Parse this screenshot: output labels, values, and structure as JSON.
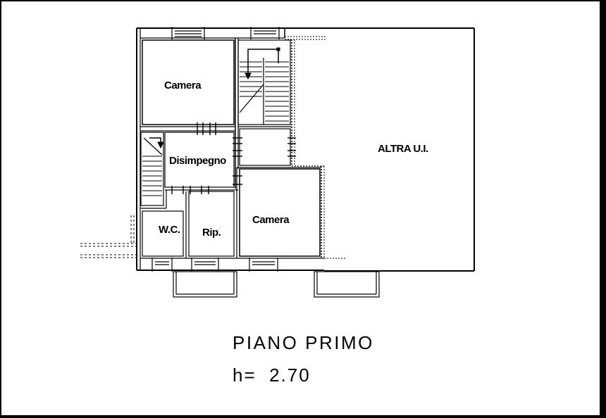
{
  "plan": {
    "rooms": {
      "camera_top": "Camera",
      "disimpegno": "Disimpegno",
      "altra_ui": "ALTRA U.I.",
      "wc": "W.C.",
      "rip": "Rip.",
      "camera_bottom": "Camera"
    },
    "title": "PIANO PRIMO",
    "height_text": "h=  2.70"
  },
  "colors": {
    "line": "#000000",
    "background": "#ffffff",
    "frame": "#000000"
  }
}
